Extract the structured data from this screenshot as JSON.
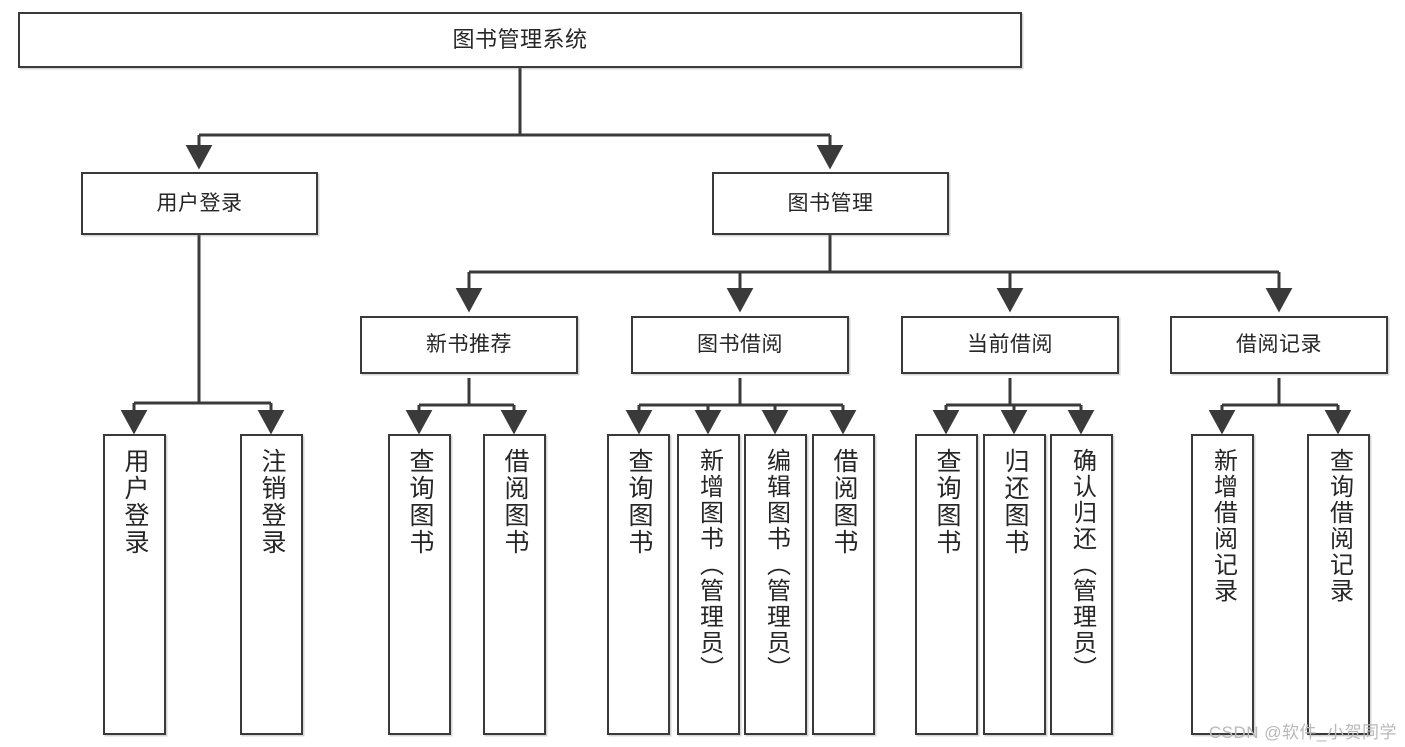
{
  "diagram": {
    "type": "tree-hierarchy",
    "title": "图书管理系统",
    "root": {
      "label": "图书管理系统"
    },
    "level2": [
      {
        "id": "user-login",
        "label": "用户登录"
      },
      {
        "id": "book-management",
        "label": "图书管理"
      }
    ],
    "level3": [
      {
        "id": "new-book-recommend",
        "label": "新书推荐",
        "parent": "book-management"
      },
      {
        "id": "book-borrow",
        "label": "图书借阅",
        "parent": "book-management"
      },
      {
        "id": "current-borrow",
        "label": "当前借阅",
        "parent": "book-management"
      },
      {
        "id": "borrow-record",
        "label": "借阅记录",
        "parent": "book-management"
      }
    ],
    "leaves": {
      "user-login": [
        {
          "id": "leaf-user-login",
          "label": "用户登录"
        },
        {
          "id": "leaf-logout",
          "label": "注销登录"
        }
      ],
      "new-book-recommend": [
        {
          "id": "leaf-query-book-1",
          "label": "查询图书"
        },
        {
          "id": "leaf-borrow-book-1",
          "label": "借阅图书"
        }
      ],
      "book-borrow": [
        {
          "id": "leaf-query-book-2",
          "label": "查询图书"
        },
        {
          "id": "leaf-add-book",
          "label": "新增图书（管理员）"
        },
        {
          "id": "leaf-edit-book",
          "label": "编辑图书（管理员）"
        },
        {
          "id": "leaf-borrow-book-2",
          "label": "借阅图书"
        }
      ],
      "current-borrow": [
        {
          "id": "leaf-query-book-3",
          "label": "查询图书"
        },
        {
          "id": "leaf-return-book",
          "label": "归还图书"
        },
        {
          "id": "leaf-confirm-return",
          "label": "确认归还（管理员）"
        }
      ],
      "borrow-record": [
        {
          "id": "leaf-add-record",
          "label": "新增借阅记录"
        },
        {
          "id": "leaf-query-record",
          "label": "查询借阅记录"
        }
      ]
    }
  },
  "watermark": {
    "text": "CSDN @软件_小贺同学"
  },
  "colors": {
    "stroke": "#3a3a3a",
    "background": "#ffffff",
    "text": "#262626",
    "watermark": "#b9b9b9"
  }
}
